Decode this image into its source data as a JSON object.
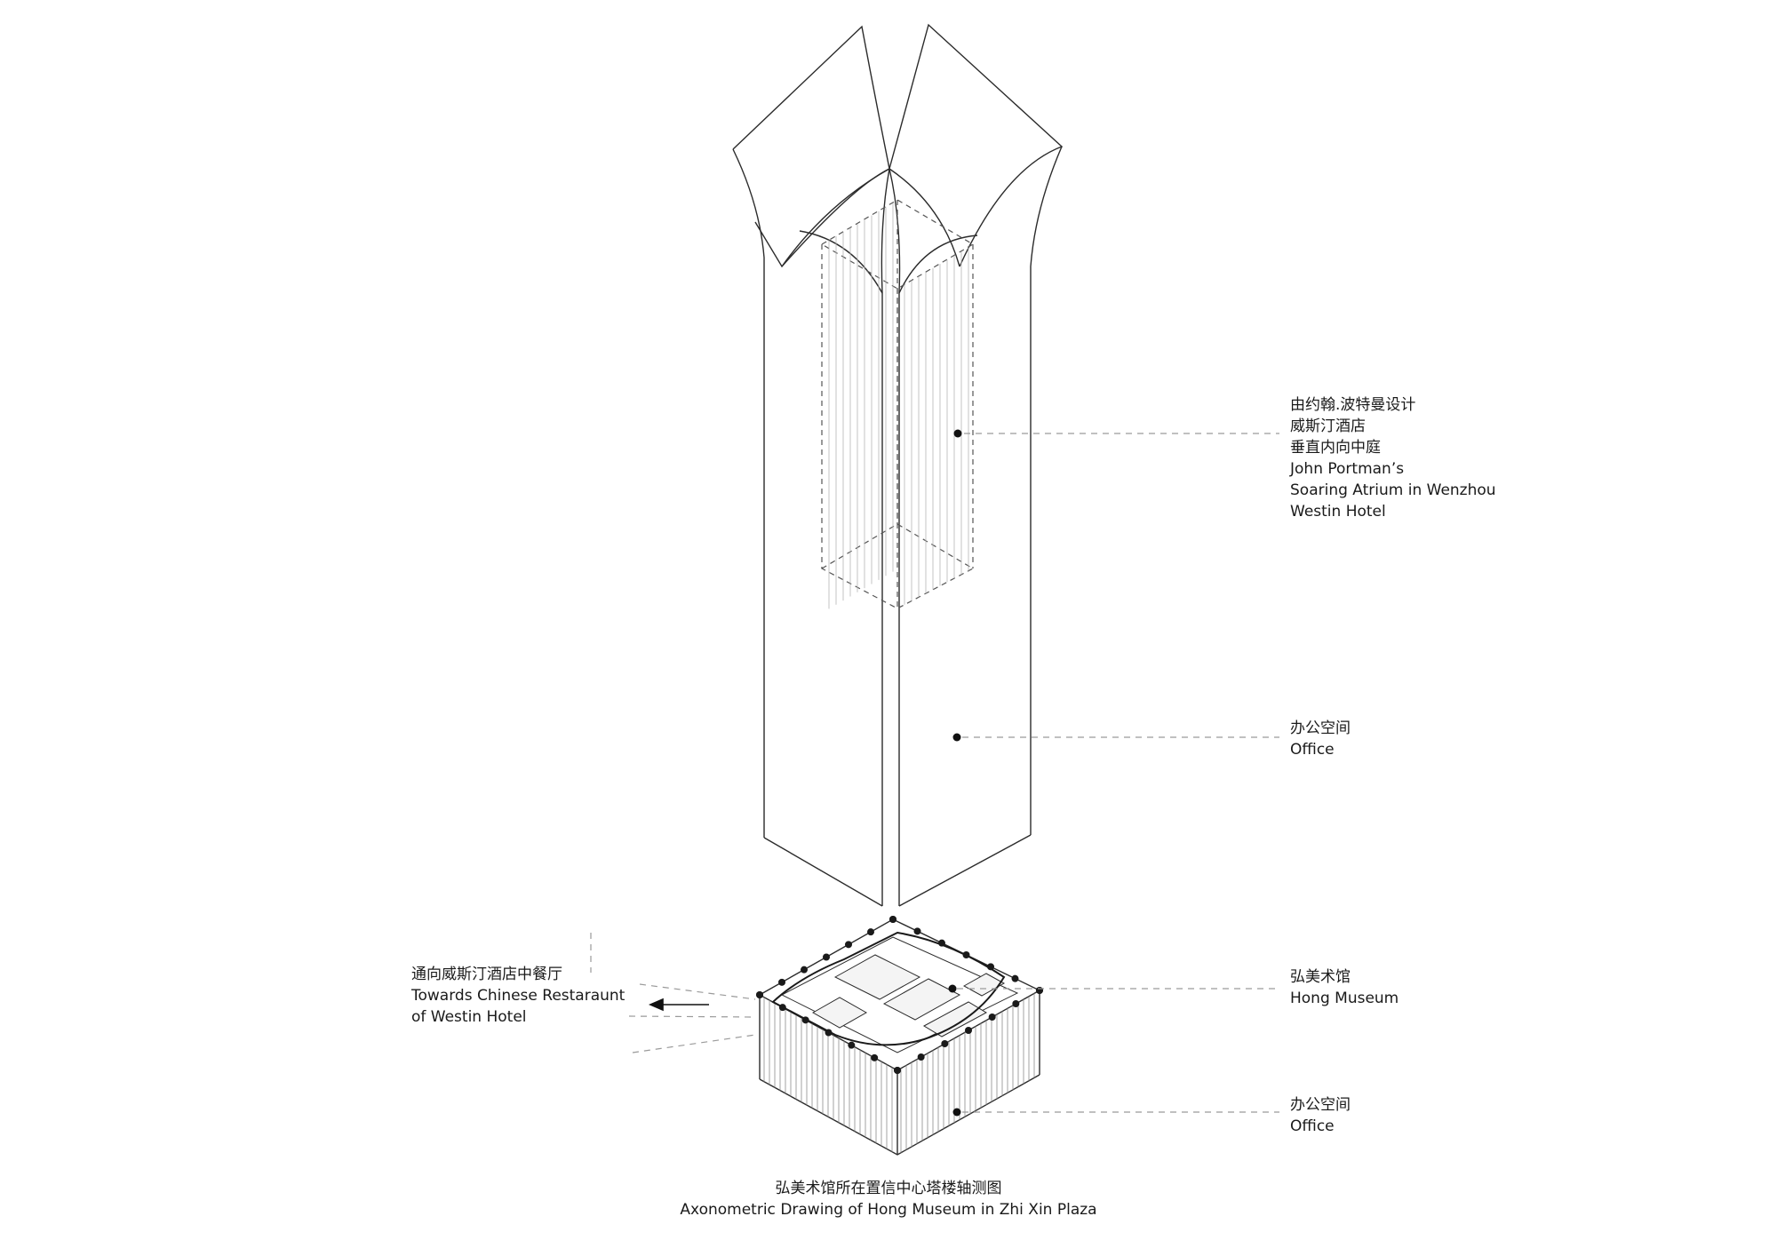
{
  "labels": {
    "atrium": {
      "zh_lines": [
        "由约翰.波特曼设计",
        "威斯汀酒店",
        "垂直内向中庭"
      ],
      "en_lines": [
        "John Portman’s",
        "Soaring Atrium in Wenzhou",
        "Westin Hotel"
      ]
    },
    "office_top": {
      "zh": "办公空间",
      "en": "Office"
    },
    "museum": {
      "zh": "弘美术馆",
      "en": "Hong Museum"
    },
    "office_bottom": {
      "zh": "办公空间",
      "en": "Office"
    },
    "restaurant": {
      "zh": "通向威斯汀酒店中餐厅",
      "en_lines": [
        "Towards Chinese Restaraunt",
        "of Westin Hotel"
      ]
    }
  },
  "caption": {
    "zh": "弘美术馆所在置信中心塔楼轴测图",
    "en": "Axonometric Drawing of Hong Museum in Zhi Xin Plaza"
  },
  "colors": {
    "line": "#2b2b2b",
    "dash": "#9a9a9a",
    "hatch": "#8c8c8c"
  }
}
